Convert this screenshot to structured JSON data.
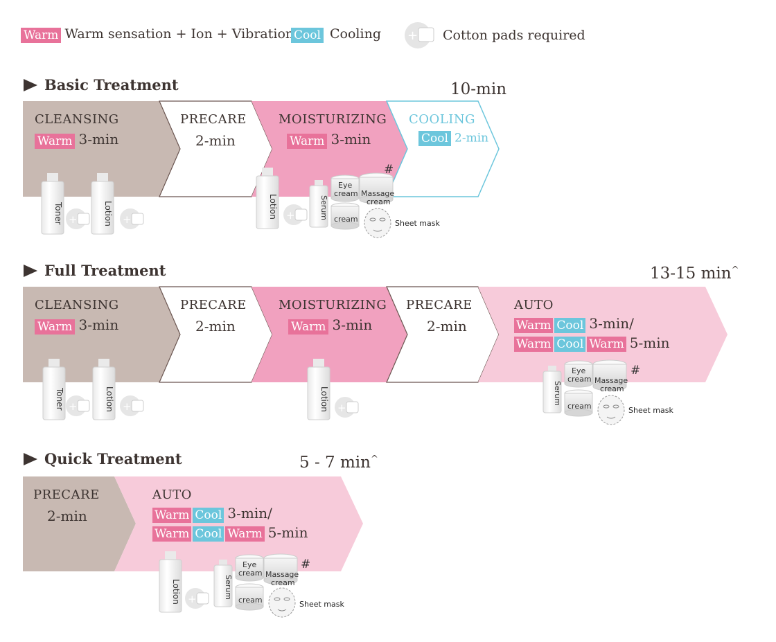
{
  "legend": {
    "warm_badge": "Warm",
    "warm_desc": "Warm sensation + Ion + Vibration",
    "cool_badge": "Cool",
    "cool_desc": "Cooling",
    "pads_desc": "Cotton pads required"
  },
  "colors": {
    "warm": "#e8729a",
    "cool": "#6cc6dc",
    "cleansing": "#c8b9b2",
    "moisturizing": "#f1a1bf",
    "auto": "#f7cbda"
  },
  "basic": {
    "title": "Basic Treatment",
    "total": "10-min",
    "steps": [
      {
        "name": "CLEANSING",
        "badge": "Warm",
        "time": "3-min"
      },
      {
        "name": "PRECARE",
        "time": "2-min"
      },
      {
        "name": "MOISTURIZING",
        "badge": "Warm",
        "time": "3-min"
      },
      {
        "name": "COOLING",
        "badge": "Cool",
        "time": "2-min"
      }
    ]
  },
  "full": {
    "title": "Full Treatment",
    "total": "13-15 min",
    "total_mark": "^",
    "steps": [
      {
        "name": "CLEANSING",
        "badge": "Warm",
        "time": "3-min"
      },
      {
        "name": "PRECARE",
        "time": "2-min"
      },
      {
        "name": "MOISTURIZING",
        "badge": "Warm",
        "time": "3-min"
      },
      {
        "name": "PRECARE",
        "time": "2-min"
      },
      {
        "name": "AUTO",
        "line1_time": "3-min/",
        "line2_time": "5-min"
      }
    ]
  },
  "quick": {
    "title": "Quick Treatment",
    "total": "5 - 7 min",
    "total_mark": "^",
    "steps": [
      {
        "name": "PRECARE",
        "time": "2-min"
      },
      {
        "name": "AUTO",
        "line1_time": "3-min/",
        "line2_time": "5-min"
      }
    ]
  },
  "products": {
    "toner": "Toner",
    "lotion": "Lotion",
    "serum": "Serum",
    "eye_cream_1": "Eye",
    "eye_cream_2": "cream",
    "massage_1": "Massage",
    "massage_2": "cream",
    "cream": "cream",
    "sheet_mask": "Sheet mask",
    "hash": "#",
    "plus": "+"
  }
}
